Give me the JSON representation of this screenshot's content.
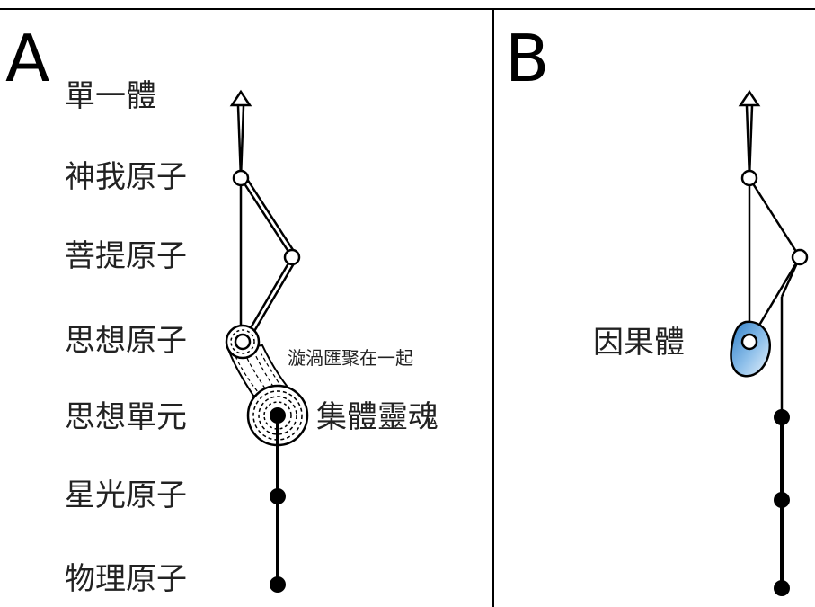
{
  "panels": {
    "a": {
      "letter": "A",
      "levels": [
        "單一體",
        "神我原子",
        "菩提原子",
        "思想原子",
        "思想單元",
        "星光原子",
        "物理原子"
      ],
      "vortex_note": "漩渦匯聚在一起",
      "group_soul_label": "集體靈魂"
    },
    "b": {
      "letter": "B",
      "causal_body_label": "因果體"
    }
  },
  "colors": {
    "causal_body_fill_light": "#e8f2fb",
    "causal_body_fill_dark": "#2f7fc8",
    "line": "#000000"
  }
}
